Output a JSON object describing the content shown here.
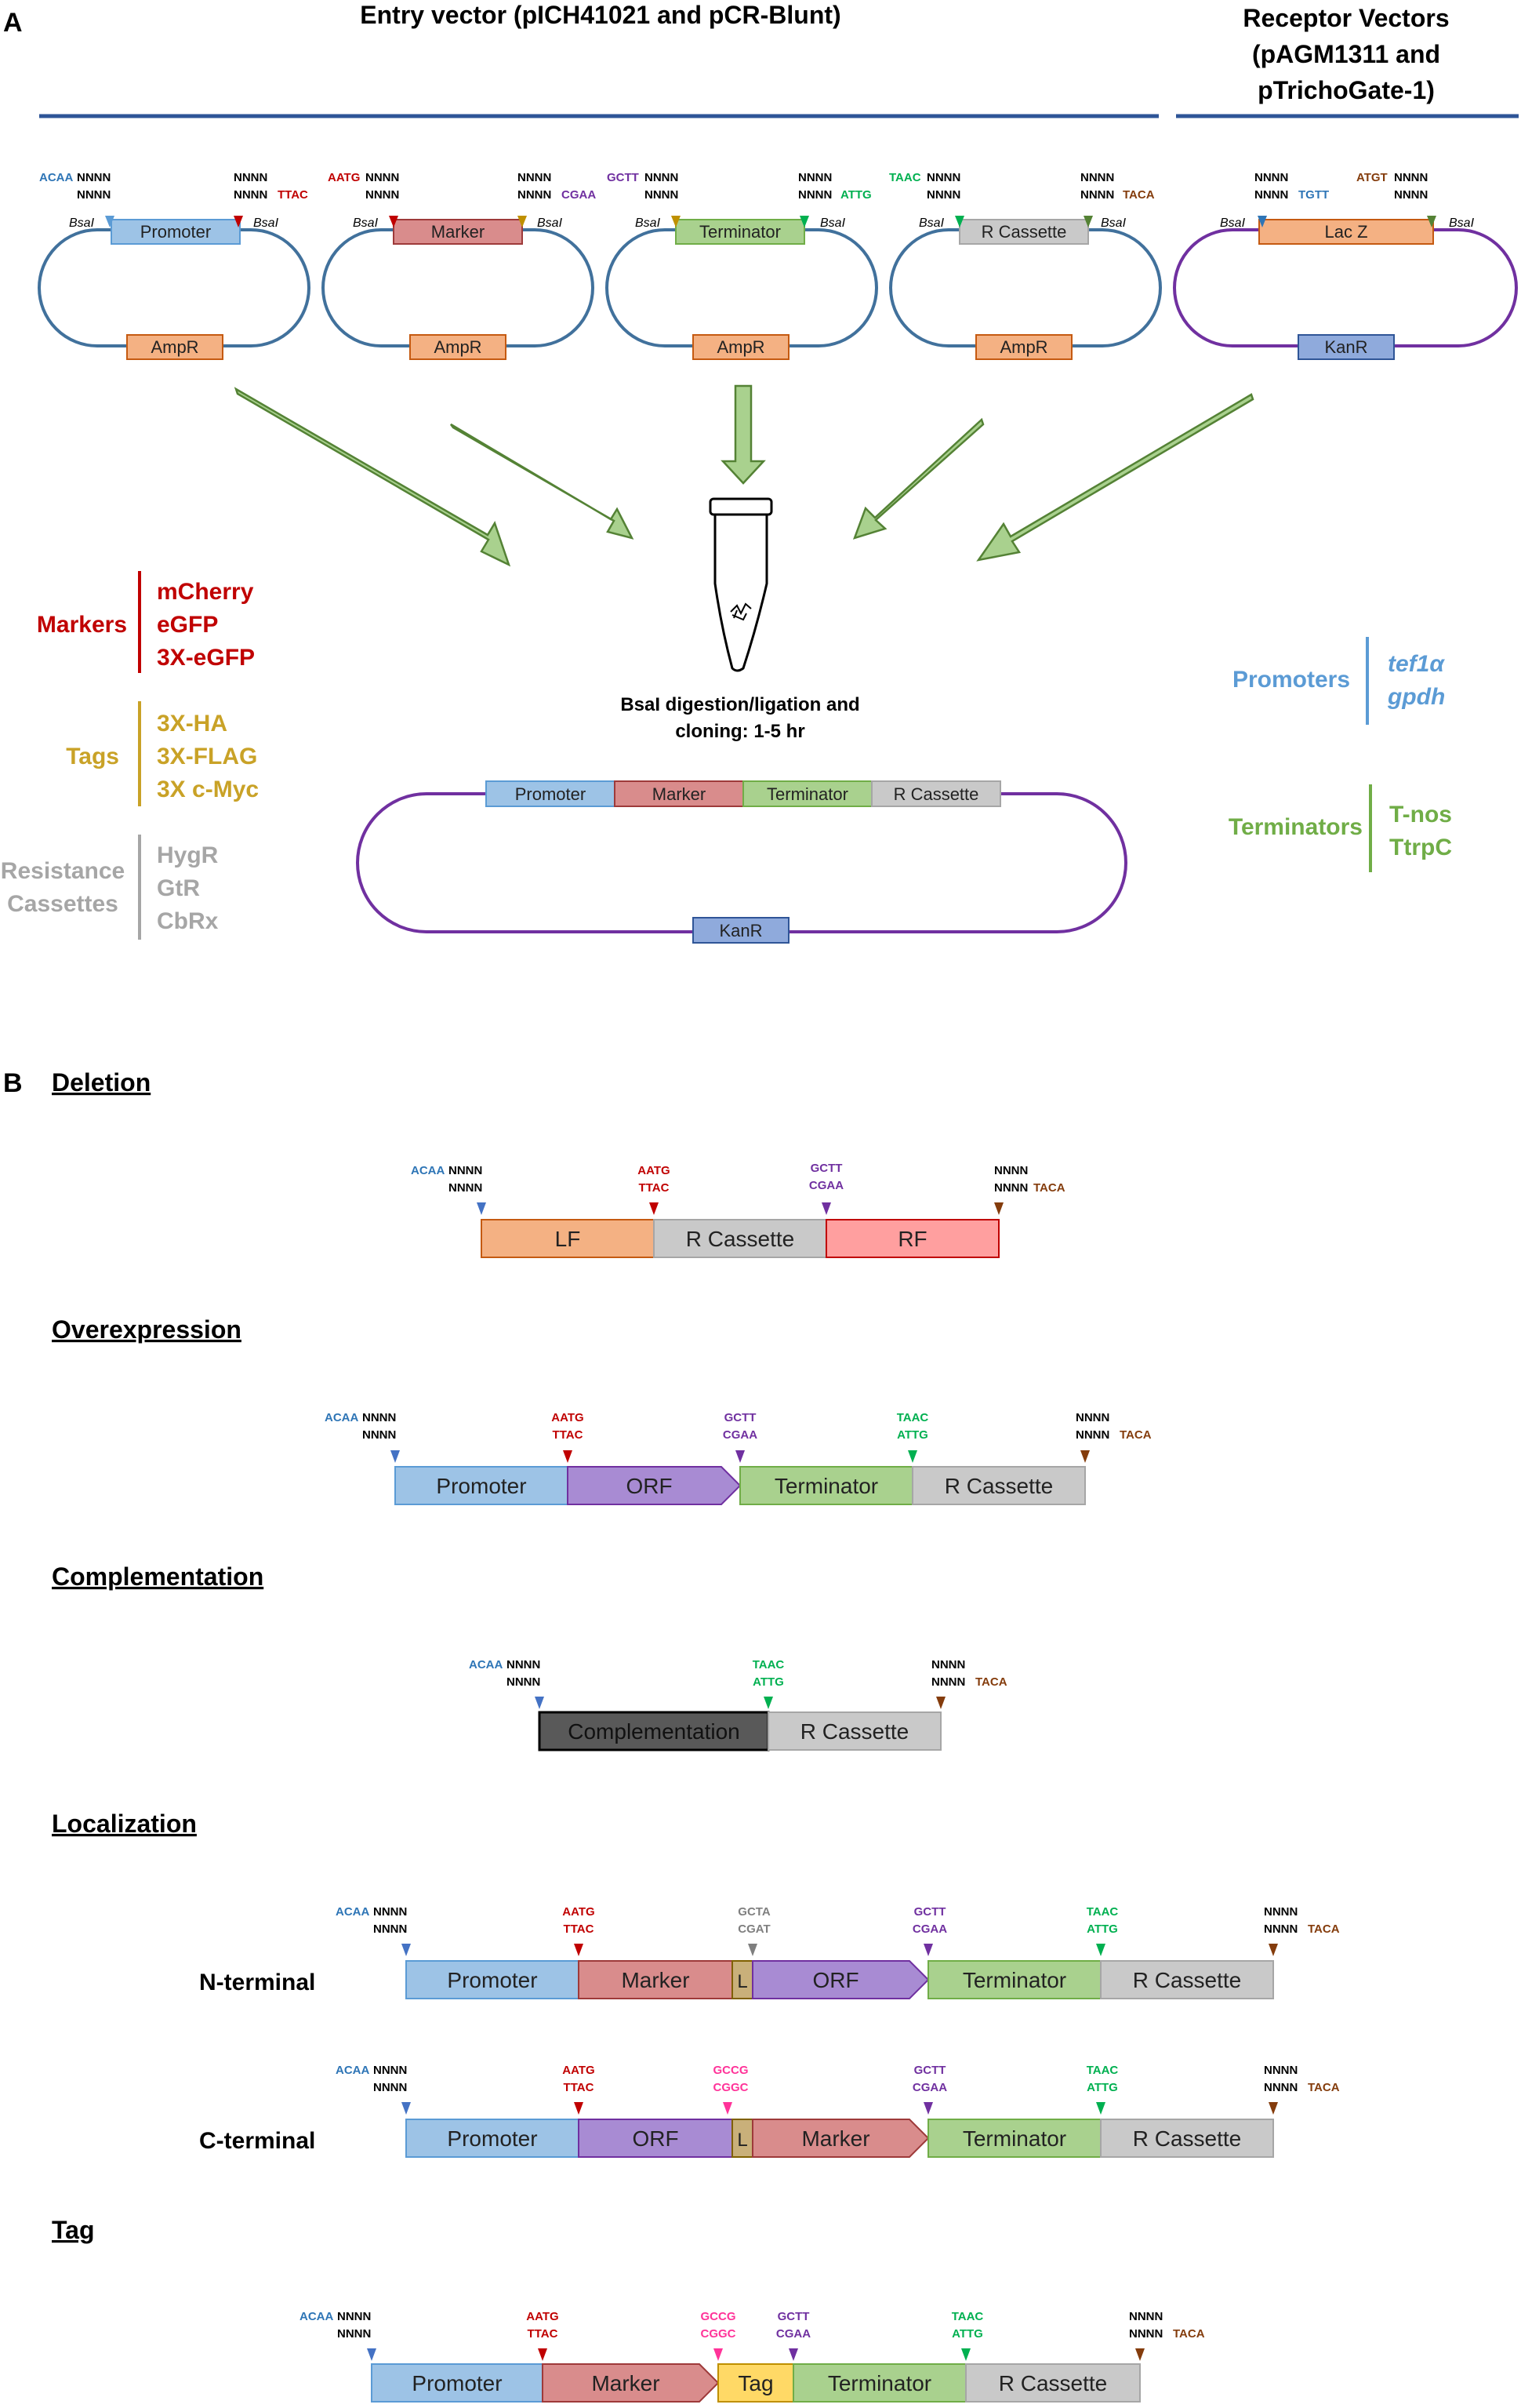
{
  "panels": {
    "a_label": "A",
    "b_label": "B",
    "entry_title": "Entry vector (pICH41021 and pCR-Blunt)",
    "receptor_title": [
      "Receptor Vectors",
      "(pAGM1311 and",
      "pTrichoGate-1)"
    ]
  },
  "common": {
    "n4": "NNNN",
    "bsai": "BsaI",
    "ampr": "AmpR",
    "kanr": "KanR",
    "lacz": "Lac Z"
  },
  "overhang_codes": {
    "acaa": "ACAA",
    "aatg": "AATG",
    "ttac": "TTAC",
    "gctt": "GCTT",
    "cgaa": "CGAA",
    "taac": "TAAC",
    "attg": "ATTG",
    "tgtt": "TGTT",
    "atgt": "ATGT",
    "taca": "TACA",
    "gcta": "GCTA",
    "cgat": "CGAT",
    "gccg": "GCCG",
    "cggc": "CGGC"
  },
  "parts": {
    "promoter": "Promoter",
    "marker": "Marker",
    "terminator": "Terminator",
    "r_cassette": "R Cassette",
    "orf": "ORF",
    "lf": "LF",
    "rf": "RF",
    "complementation": "Complementation",
    "linker": "L",
    "tag": "Tag"
  },
  "reaction": {
    "line1": "BsaI digestion/ligation and",
    "line2": "cloning: 1-5 hr"
  },
  "left_legend": [
    {
      "heading": [
        "Markers"
      ],
      "items": [
        "mCherry",
        "eGFP",
        "3X-eGFP"
      ],
      "color": "#c00000"
    },
    {
      "heading": [
        "Tags"
      ],
      "items": [
        "3X-HA",
        "3X-FLAG",
        "3X c-Myc"
      ],
      "color": "#c9a227"
    },
    {
      "heading": [
        "Resistance",
        "Cassettes"
      ],
      "items": [
        "HygR",
        "GtR",
        "CbRx"
      ],
      "color": "#a6a6a6"
    }
  ],
  "right_legend": [
    {
      "heading": "Promoters",
      "items": [
        "tef1α",
        "gpdh"
      ],
      "color": "#5b9bd5",
      "italic": true
    },
    {
      "heading": "Terminators",
      "items": [
        "T-nos",
        "TtrpC"
      ],
      "color": "#70ad47",
      "italic": false
    }
  ],
  "sections": {
    "deletion": "Deletion",
    "overexpression": "Overexpression",
    "complementation": "Complementation",
    "localization": "Localization",
    "n_terminal": "N-terminal",
    "c_terminal": "C-terminal",
    "tag": "Tag"
  },
  "colors": {
    "promoter": "#9dc3e6",
    "marker": "#d98c8c",
    "terminator": "#a9d18e",
    "r_cassette": "#c9c9c9",
    "orf": "#a88bd3",
    "lf": "#f4b183",
    "rf": "#ff9f9f",
    "tag": "#ffd966",
    "linker": "#c9b07a",
    "kanr": "#8faadc",
    "ampr": "#f4b183",
    "entry_backbone": "#41719c",
    "receptor_backbone": "#7030a0",
    "arrow_fill": "#a9d18e",
    "oh_acaa": "#2e75b6",
    "oh_aatg": "#c00000",
    "oh_gctt": "#7030a0",
    "oh_taac": "#00b050",
    "oh_taca": "#843c0c",
    "oh_gcta": "#7f7f7f",
    "oh_gccg": "#ff3399",
    "oh_marker_entry": "#bf9000"
  }
}
